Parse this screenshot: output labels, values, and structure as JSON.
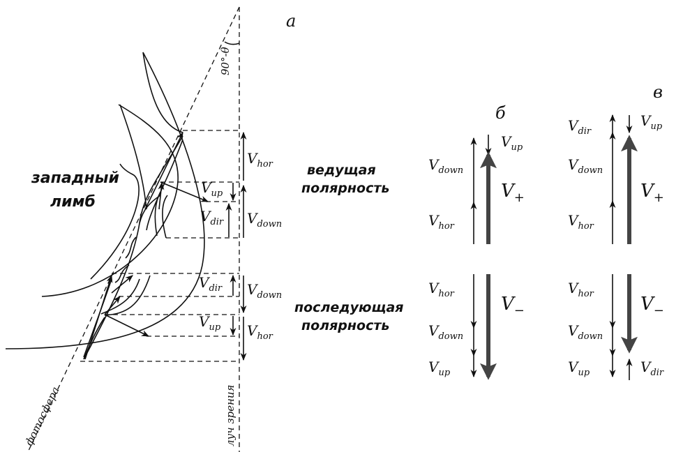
{
  "panels": {
    "a": "а",
    "b": "б",
    "v": "в"
  },
  "text": {
    "west_limb_1": "западный",
    "west_limb_2": "лимб",
    "leading_1": "ведущая",
    "leading_2": "полярность",
    "following_1": "последующая",
    "following_2": "полярность",
    "photosphere": "фотосфера",
    "line_of_sight": "луч зрения",
    "angle": "90°-θ"
  },
  "symbols": {
    "V": "V",
    "hor": "hor",
    "up": "up",
    "down": "down",
    "dir": "dir",
    "plus": "+",
    "minus": "−"
  }
}
